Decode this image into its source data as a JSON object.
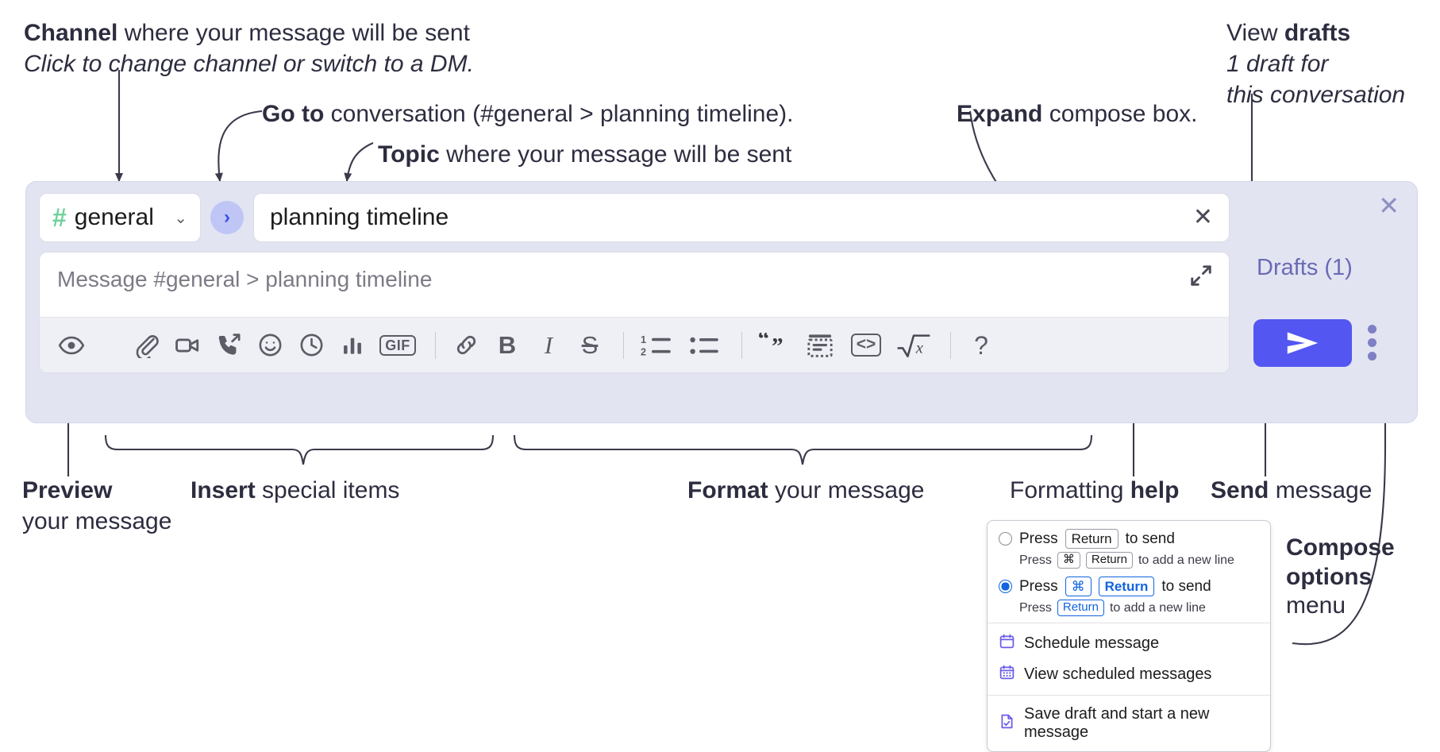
{
  "annotations": {
    "channel": {
      "line1_bold": "Channel",
      "line1_rest": " where your message will be sent",
      "line2_italic": "Click to change channel or switch to a DM."
    },
    "goto": {
      "bold": "Go to",
      "rest": " conversation (#general > planning timeline)."
    },
    "topic": {
      "bold": "Topic",
      "rest": " where your message will be sent"
    },
    "expand": {
      "bold": "Expand",
      "rest": " compose box."
    },
    "drafts": {
      "line1_normal": "View ",
      "line1_bold": "drafts",
      "line2_italic": "1 draft for",
      "line3_italic": "this conversation"
    },
    "preview": {
      "bold": "Preview",
      "rest": "your message"
    },
    "insert": {
      "bold": "Insert",
      "rest": " special items"
    },
    "format": {
      "bold": "Format",
      "rest": " your message"
    },
    "help": {
      "normal": "Formatting ",
      "bold": "help"
    },
    "send": {
      "bold": "Send",
      "rest": " message"
    },
    "compose_options": {
      "bold1": "Compose",
      "bold2": "options",
      "rest": "menu"
    }
  },
  "compose": {
    "channel_pill": {
      "hash": "#",
      "name": "general",
      "chevron": "⌄"
    },
    "goto_button": {
      "glyph": "›"
    },
    "topic_field": {
      "value": "planning timeline",
      "clear_glyph": "✕"
    },
    "message_input": {
      "placeholder": "Message #general > planning timeline"
    },
    "toolbar": {
      "groups": [
        {
          "name": "preview",
          "items": [
            {
              "name": "preview-icon",
              "label": "Preview"
            }
          ]
        },
        {
          "name": "insert",
          "items": [
            {
              "name": "attachment-icon",
              "label": "Attach file"
            },
            {
              "name": "video-icon",
              "label": "Record video clip"
            },
            {
              "name": "huddle-icon",
              "label": "Start huddle"
            },
            {
              "name": "emoji-icon",
              "label": "Emoji"
            },
            {
              "name": "clock-icon",
              "label": "Time"
            },
            {
              "name": "poll-icon",
              "label": "Poll"
            },
            {
              "name": "gif-icon",
              "label": "GIF"
            }
          ]
        },
        {
          "name": "format",
          "items": [
            {
              "name": "link-icon",
              "label": "Link"
            },
            {
              "name": "bold-icon",
              "label": "B"
            },
            {
              "name": "italic-icon",
              "label": "I"
            },
            {
              "name": "strikethrough-icon",
              "label": "S"
            },
            {
              "name": "ordered-list-icon",
              "label": "Ordered list"
            },
            {
              "name": "bulleted-list-icon",
              "label": "Bulleted list"
            },
            {
              "name": "blockquote-icon",
              "label": "Blockquote"
            },
            {
              "name": "code-block-icon",
              "label": "Code block"
            },
            {
              "name": "inline-code-icon",
              "label": "<>"
            },
            {
              "name": "math-icon",
              "label": "√x"
            }
          ]
        },
        {
          "name": "help",
          "items": [
            {
              "name": "help-icon",
              "label": "?"
            }
          ]
        }
      ]
    },
    "right_rail": {
      "close_glyph": "✕",
      "drafts_label": "Drafts (1)",
      "send_label": "Send",
      "kebab_label": "More options"
    }
  },
  "menu": {
    "options": [
      {
        "selected": false,
        "main_pre": "Press",
        "main_key": "Return",
        "main_post": "to send",
        "sub_pre": "Press",
        "sub_key1": "⌘",
        "sub_key2": "Return",
        "sub_post": "to add a new line"
      },
      {
        "selected": true,
        "main_pre": "Press",
        "main_key1": "⌘",
        "main_key2": "Return",
        "main_post": "to send",
        "sub_pre": "Press",
        "sub_key": "Return",
        "sub_post": "to add a new line"
      }
    ],
    "items": [
      {
        "icon": "calendar-icon",
        "label": "Schedule message"
      },
      {
        "icon": "calendar-grid-icon",
        "label": "View scheduled messages"
      },
      {
        "icon": "save-draft-icon",
        "label": "Save draft and start a new message"
      }
    ]
  },
  "colors": {
    "compose_bg": "#e2e4f2",
    "accent_send": "#5356f0",
    "hash_green": "#6fd19a",
    "drafts_purple": "#6a6ab5",
    "kbd_blue": "#1264e0",
    "menu_icon_purple": "#6b5ce7"
  }
}
